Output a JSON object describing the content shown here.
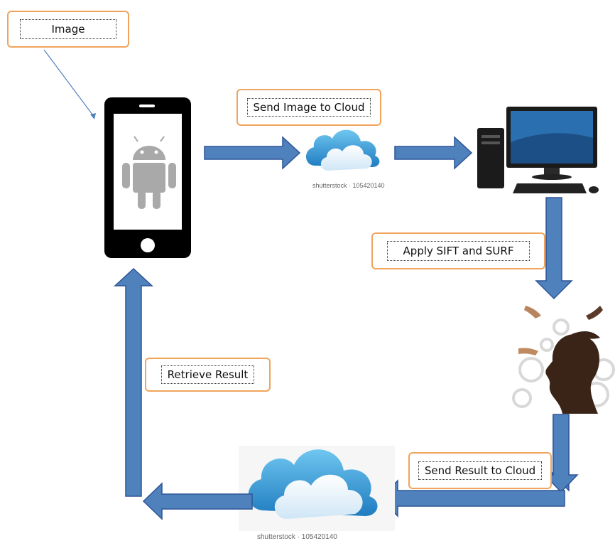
{
  "labels": {
    "image": "Image",
    "send_image": "Send Image to Cloud",
    "apply": "Apply SIFT and SURF",
    "retrieve": "Retrieve Result",
    "send_result": "Send Result to Cloud"
  },
  "watermarks": {
    "cloud_top": "shutterstock · 105420140",
    "cloud_bottom": "shutterstock · 105420140"
  },
  "colors": {
    "arrow_fill": "#4f81bd",
    "arrow_stroke": "#2f5597",
    "label_border": "#f0a45c"
  },
  "icons": {
    "phone": "smartphone-android-icon",
    "cloud": "cloud-icon",
    "computer": "desktop-computer-icon",
    "brain": "head-gears-icon"
  }
}
